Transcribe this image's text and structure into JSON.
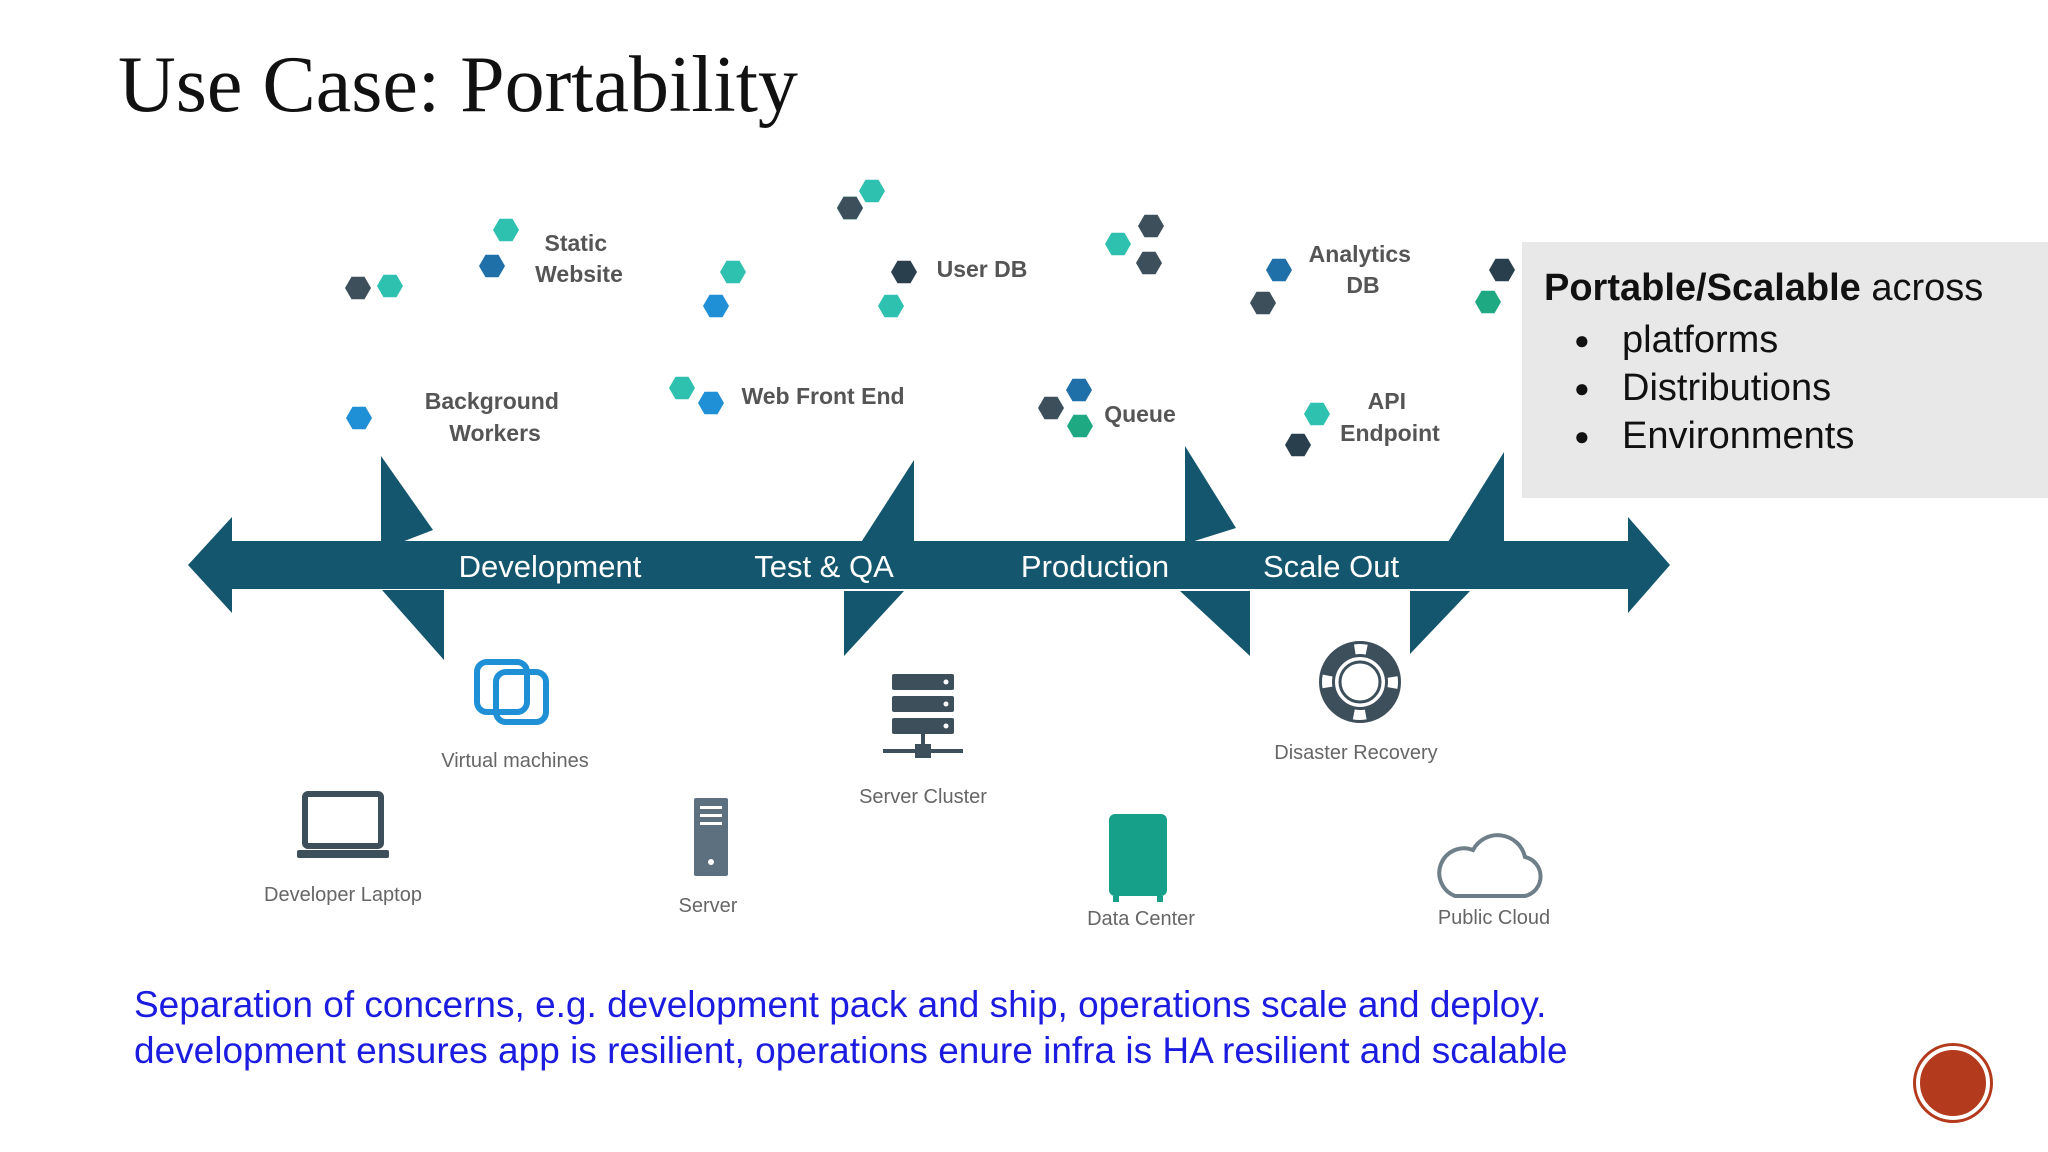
{
  "slide": {
    "title": "Use Case: Portability"
  },
  "colors": {
    "teal": "#2fc1b0",
    "blue": "#1f8fd6",
    "dark": "#3e4f5c",
    "green": "#1fa982",
    "band": "#14566e",
    "footer": "#1c1ce0",
    "nav": "#b33a1c"
  },
  "diagram": {
    "stages": [
      "Development",
      "Test & QA",
      "Production",
      "Scale Out"
    ],
    "top_labels": {
      "static_website": [
        "Static",
        "Website"
      ],
      "user_db": [
        "User DB"
      ],
      "analytics_db": [
        "Analytics",
        "DB"
      ],
      "background_workers": [
        "Background",
        "Workers"
      ],
      "web_front_end": [
        "Web Front End"
      ],
      "queue": [
        "Queue"
      ],
      "api_endpoint": [
        "API",
        "Endpoint"
      ]
    },
    "environments": {
      "virtual_machines": "Virtual machines",
      "developer_laptop": "Developer Laptop",
      "server": "Server",
      "server_cluster": "Server Cluster",
      "data_center": "Data Center",
      "disaster_recovery": "Disaster Recovery",
      "public_cloud": "Public Cloud"
    }
  },
  "callout": {
    "title_bold": "Portable/Scalable",
    "title_rest": " across",
    "items": [
      "platforms",
      "Distributions",
      "Environments"
    ]
  },
  "footer": {
    "line1": "Separation of concerns, e.g. development pack and ship, operations scale and deploy.",
    "line2": "development ensures app is resilient, operations enure infra is HA resilient and scalable"
  }
}
